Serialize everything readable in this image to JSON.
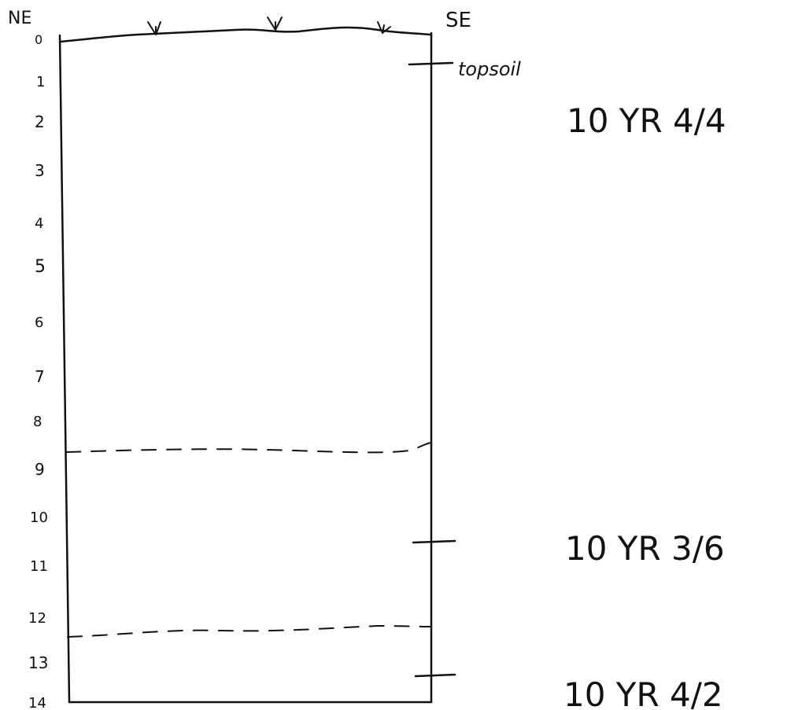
{
  "profile": {
    "corners": {
      "left": "NE",
      "right": "SE"
    },
    "depth_labels": [
      "0",
      "1",
      "2",
      "3",
      "4",
      "5",
      "6",
      "7",
      "8",
      "9",
      "10",
      "11",
      "12",
      "13",
      "14"
    ],
    "topsoil_label": "topsoil",
    "horizons": [
      {
        "munsell": "10 YR 4/4"
      },
      {
        "munsell": "10 YR 3/6"
      },
      {
        "munsell": "10 YR 4/2"
      }
    ]
  }
}
